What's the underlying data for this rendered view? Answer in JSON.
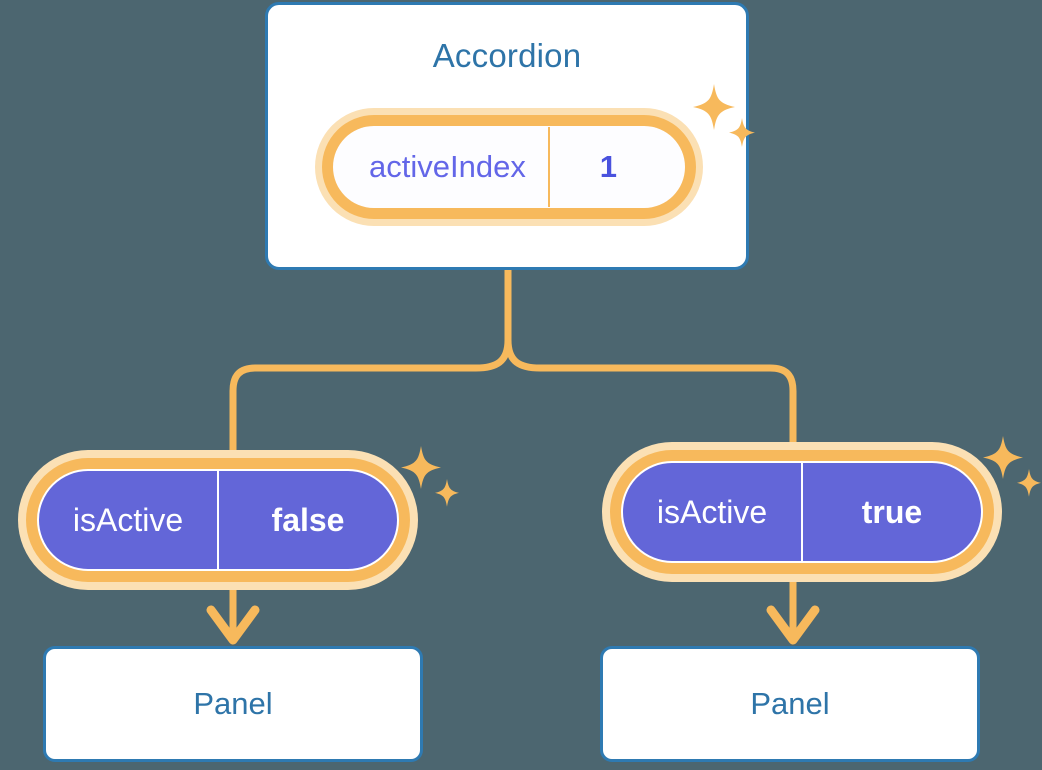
{
  "background_color": "#4c6670",
  "theme": {
    "card_border": "#2e7ab2",
    "heading_text": "#2e74a8",
    "pill_ring": "#f7b95c",
    "pill_halo": "#fbe0b4",
    "pill_purple_fill": "#6366d8",
    "key_text_purple": "#6366e8",
    "value_text_purple": "#4a52de",
    "connector": "#f7b95c",
    "white": "#ffffff"
  },
  "diagram": {
    "root": {
      "title": "Accordion",
      "state_pill": {
        "key": "activeIndex",
        "value": "1",
        "style": "light",
        "sparkle_icon": "sparkle-icon"
      }
    },
    "branches": [
      {
        "id": "left",
        "prop_pill": {
          "key": "isActive",
          "value": "false",
          "style": "purple",
          "sparkle_icon": "sparkle-icon"
        },
        "arrow_icon": "arrow-down-icon",
        "child": {
          "title": "Panel"
        }
      },
      {
        "id": "right",
        "prop_pill": {
          "key": "isActive",
          "value": "true",
          "style": "purple",
          "sparkle_icon": "sparkle-icon"
        },
        "arrow_icon": "arrow-down-icon",
        "child": {
          "title": "Panel"
        }
      }
    ]
  }
}
